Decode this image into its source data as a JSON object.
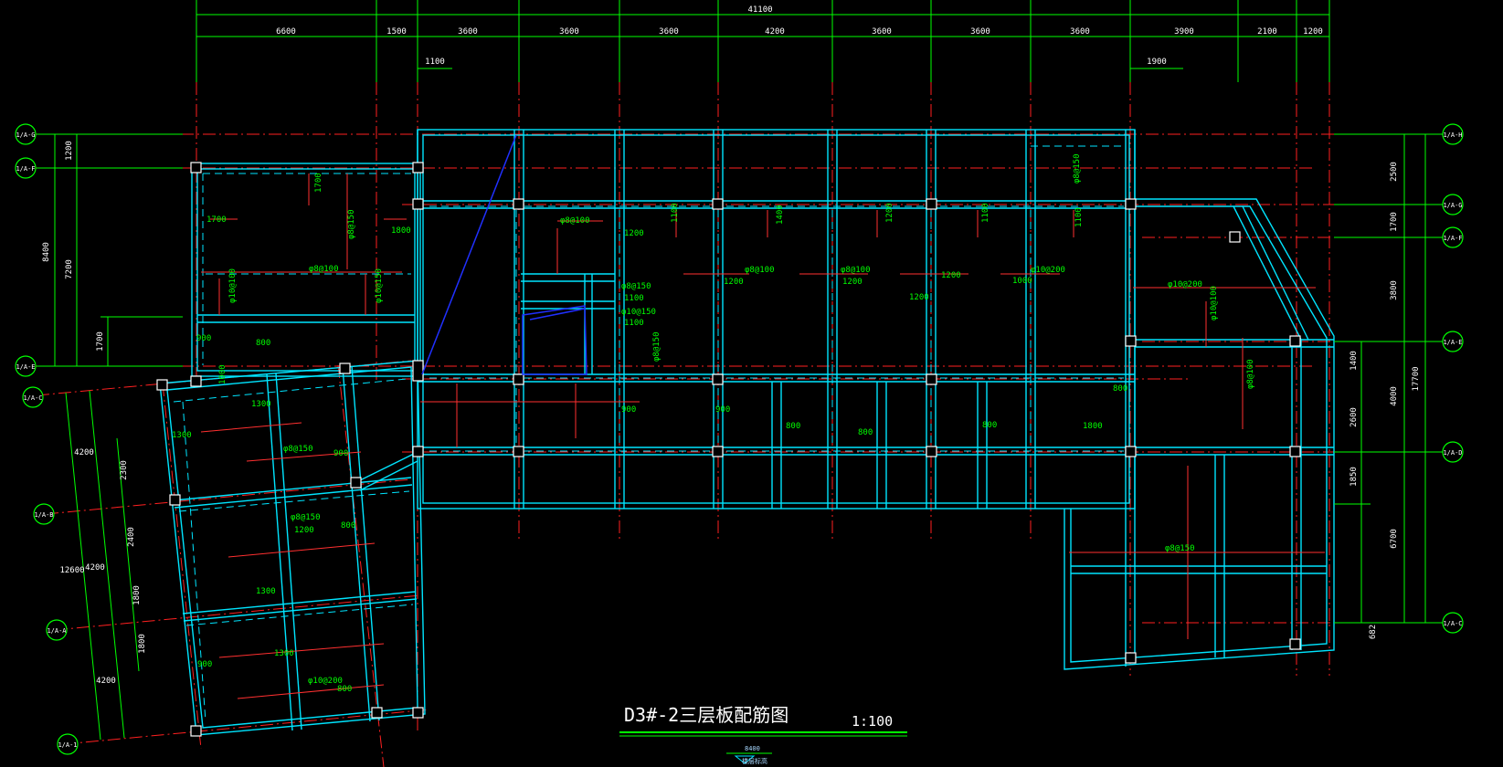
{
  "drawing": {
    "title": "D3#-2三层板配筋图",
    "scale": "1:100",
    "footer_value": "8400",
    "footer_note": "楼层标高"
  },
  "colors": {
    "background": "#000000",
    "beam": "#00e5ff",
    "axis_line": "#ff2020",
    "dimension": "#00ff00",
    "text": "#ffffff",
    "rebar_label": "#00ff00",
    "diagonal": "#2030ff"
  },
  "top_dimensions": {
    "total": "41100",
    "segments": [
      "6600",
      "1500",
      "3600",
      "3600",
      "3600",
      "4200",
      "3600",
      "3600",
      "3600",
      "3900",
      "2100",
      "1200"
    ],
    "offsets": [
      "1100",
      "1900"
    ]
  },
  "right_dimensions": {
    "total": "17700",
    "level1": [
      "2500",
      "1700",
      "3800",
      "4000",
      "6700"
    ],
    "level2": [
      "1400",
      "2600",
      "1850",
      "682"
    ]
  },
  "left_dimensions": {
    "total_upper": "8400",
    "upper": [
      "1200",
      "7200",
      "1700"
    ],
    "total_lower": "12600",
    "lower": [
      "4200",
      "4200",
      "4200"
    ],
    "inner_lower": [
      "2300",
      "2400",
      "1800",
      "1800"
    ]
  },
  "axis_tags": {
    "left_upper": [
      "1/A-G",
      "1/A-F",
      "1/A-E"
    ],
    "left_lower": [
      "1/A-C",
      "1/A-B",
      "1/A-A",
      "1/A-1"
    ],
    "right": [
      "1/A-H",
      "1/A-G",
      "1/A-F",
      "1/A-E",
      "1/A-D",
      "1/A-C"
    ]
  },
  "rebar_labels": {
    "main": [
      "φ8@150",
      "φ8@100",
      "φ10@100",
      "φ10@150",
      "φ8@100",
      "φ8@100",
      "φ10@200",
      "φ10@200",
      "φ10@100",
      "φ8@150",
      "φ10@150",
      "φ8@100",
      "φ8@150",
      "φ8@150",
      "φ8@150",
      "φ10@200",
      "φ8@150",
      "φ8@100",
      "φ8@150"
    ],
    "lengths": [
      "1700",
      "1200",
      "1800",
      "1700",
      "800",
      "900",
      "1300",
      "1100",
      "1200",
      "1400",
      "1200",
      "1100",
      "1200",
      "900",
      "800",
      "1300",
      "1000",
      "1800",
      "1200",
      "1300",
      "800",
      "1200",
      "900",
      "800",
      "800",
      "1300",
      "1000",
      "1100",
      "1200",
      "1100",
      "1100",
      "900",
      "800",
      "900",
      "800"
    ]
  }
}
